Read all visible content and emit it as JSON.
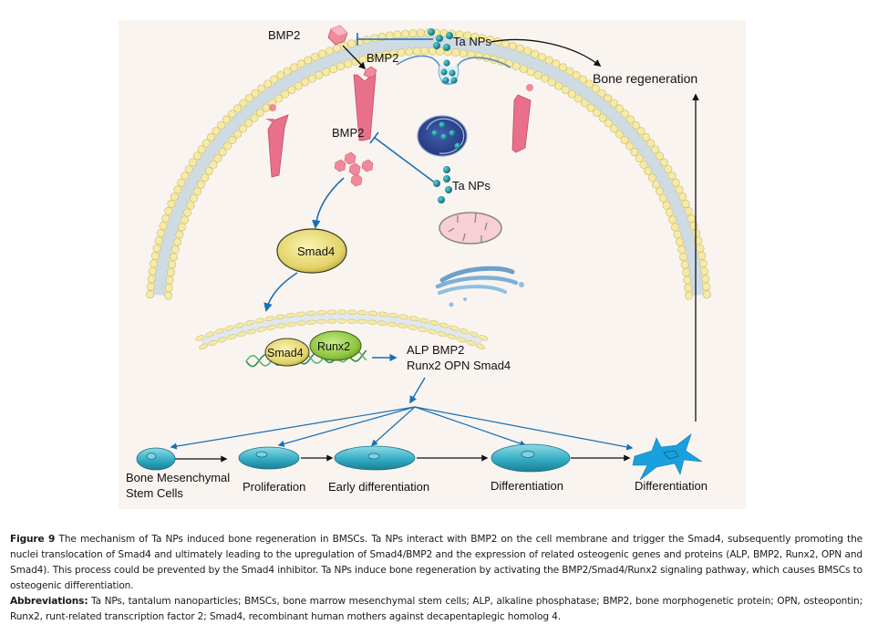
{
  "figure": {
    "labels": {
      "bmp2_extracellular": "BMP2",
      "ta_nps_extracellular": "Ta NPs",
      "bmp2_bound": "BMP2",
      "bone_regeneration": "Bone regeneration",
      "bmp2_intracellular": "BMP2",
      "ta_nps_intracellular": "Ta NPs",
      "smad4_cytoplasm": "Smad4",
      "smad4_nucleus": "Smad4",
      "runx2_nucleus": "Runx2",
      "expression_line1": "ALP BMP2",
      "expression_line2": "Runx2 OPN Smad4"
    },
    "cell_stages": [
      {
        "label_line1": "Bone Mesenchymal",
        "label_line2": "Stem Cells"
      },
      {
        "label_line1": "Proliferation"
      },
      {
        "label_line1": "Early differentiation"
      },
      {
        "label_line1": "Differentiation"
      },
      {
        "label_line1": "Differentiation"
      }
    ],
    "colors": {
      "background": "#f9f4f0",
      "membrane_head": "#f6eaa4",
      "membrane_tail": "#cfdbe3",
      "receptor": "#e8708a",
      "bmp2": "#f08a9a",
      "nanoparticle": "#1c8f9c",
      "arrow_blue": "#1a6fb5",
      "smad4": "#e2d36a",
      "runx2": "#8cc43c",
      "cell": "#3ab3c9",
      "osteoblast": "#1aa0dc"
    }
  },
  "caption": {
    "figure_label": "Figure 9",
    "figure_text": " The mechanism of Ta NPs induced bone regeneration in BMSCs. Ta NPs interact with BMP2 on the cell membrane and trigger the Smad4, subsequently promoting the nuclei translocation of Smad4 and ultimately leading to the upregulation of Smad4/BMP2 and the expression of related osteogenic genes and proteins (ALP, BMP2, Runx2, OPN and Smad4). This process could be prevented by the Smad4 inhibitor. Ta NPs induce bone regeneration by activating the BMP2/Smad4/Runx2 signaling pathway, which causes BMSCs to osteogenic differentiation.",
    "abbreviations_label": "Abbreviations:",
    "abbreviations_text": " Ta NPs, tantalum nanoparticles; BMSCs, bone marrow mesenchymal stem cells; ALP, alkaline phosphatase; BMP2, bone morphogenetic protein; OPN, osteopontin; Runx2, runt-related transcription factor 2; Smad4, recombinant human mothers against decapentaplegic homolog 4."
  }
}
